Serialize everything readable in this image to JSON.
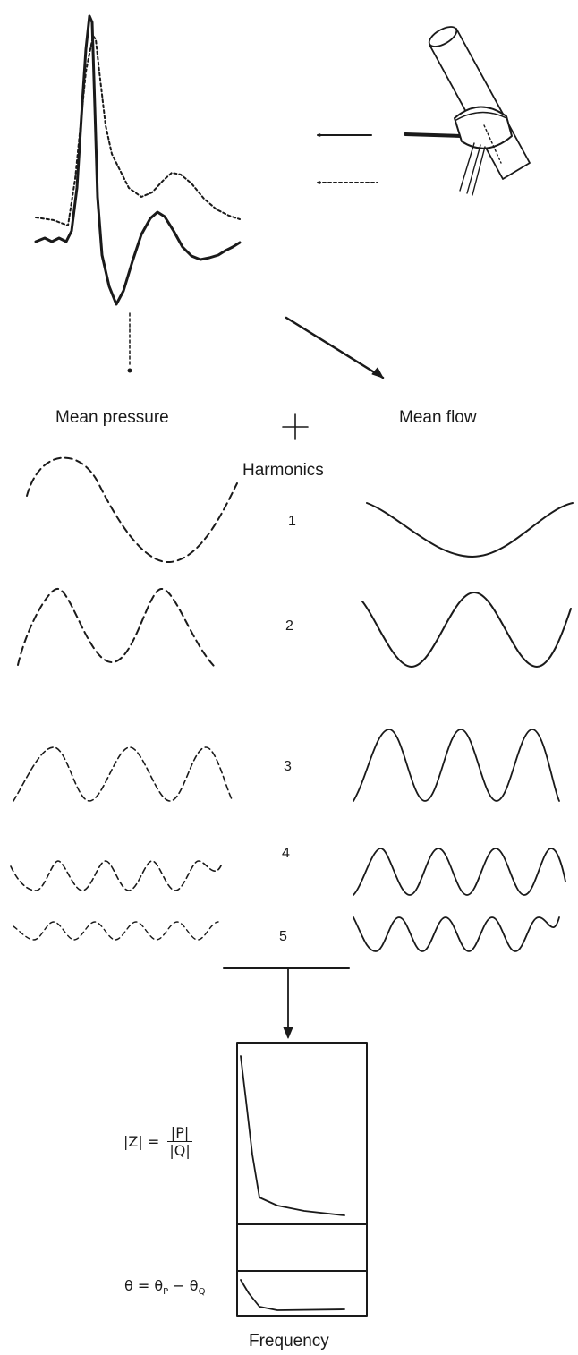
{
  "labels": {
    "mean_pressure": "Mean pressure",
    "mean_flow": "Mean flow",
    "plus": "+",
    "harmonics": "Harmonics",
    "frequency": "Frequency"
  },
  "harmonic_numbers": [
    "1",
    "2",
    "3",
    "4",
    "5"
  ],
  "formula_modulus": {
    "lhs": "|Z| =",
    "numerator": "|P|",
    "denominator": "|Q|"
  },
  "formula_phase": {
    "lhs": "θ = θ",
    "p_sub": "P",
    "minus": " − θ",
    "q_sub": "Q"
  },
  "colors": {
    "ink": "#1a1a1a",
    "background": "#ffffff"
  },
  "icons": [
    "flow-probe-icon"
  ]
}
